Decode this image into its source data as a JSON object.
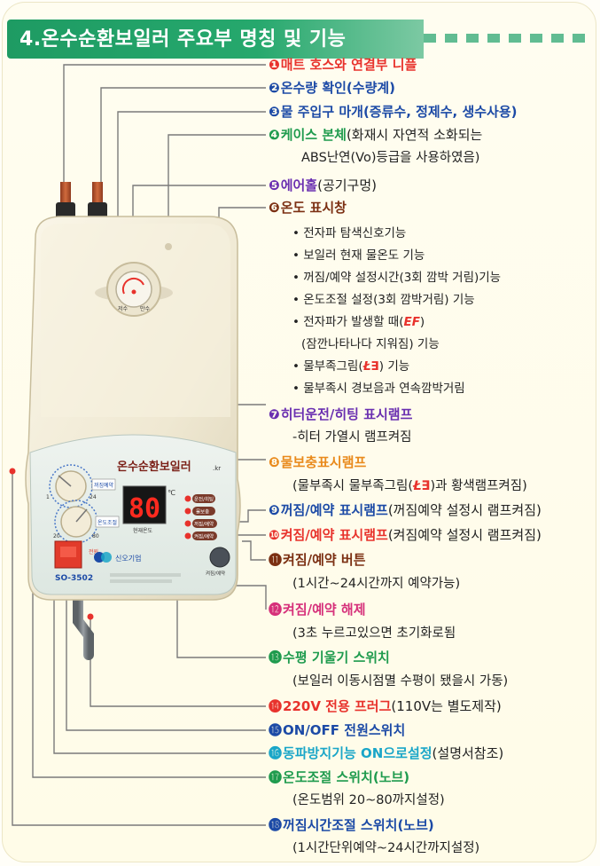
{
  "title": "4.온수순환보일러 주요부 명칭 및 기능",
  "device": {
    "brand_label": "온수순환보일러",
    "brand_suffix": ".kr",
    "display_value": "80",
    "display_unit": "℃",
    "display_caption": "현재온도",
    "model": "SO-3502",
    "company": "신오기업",
    "knob1_label": "꺼짐예약",
    "knob2_label": "온도조절",
    "knob1_num_left": "1",
    "knob1_num_right": "24",
    "knob2_num_left": "20",
    "knob2_num_right": "80",
    "power_label": "전원",
    "gauge_left": "저수",
    "gauge_right": "만수",
    "lamp_labels": [
      "운전/히팅",
      "물보충",
      "꺼짐/예약",
      "켜짐/예약"
    ],
    "reserve_button_label": "켜짐/예약",
    "colors": {
      "body": "#f0ead6",
      "display_bg": "#1a1a1a",
      "display_digits": "#ff2a1f",
      "panel": "#e3ebe6"
    }
  },
  "items": [
    {
      "num": "❶",
      "name": "매트 호스와 연결부 니플",
      "desc": "",
      "num_color": "#e8322c",
      "name_color": "#e8322c"
    },
    {
      "num": "❷",
      "name": "온수량 확인(수량계)",
      "desc": "",
      "num_color": "#1c4aa6",
      "name_color": "#1c4aa6"
    },
    {
      "num": "❸",
      "name": "물 주입구 마개(증류수, 정제수, 생수사용)",
      "desc": "",
      "num_color": "#1c4aa6",
      "name_color": "#1c4aa6"
    },
    {
      "num": "❹",
      "name": "케이스 본체",
      "desc": "(화재시 자연적 소화되는",
      "num_color": "#1f9b4e",
      "name_color": "#1f9b4e"
    },
    {
      "num": "❺",
      "name": "에어홀",
      "desc": "(공기구멍)",
      "num_color": "#6a2fb0",
      "name_color": "#6a2fb0"
    },
    {
      "num": "❻",
      "name": "온도 표시창",
      "desc": "",
      "num_color": "#7b2f12",
      "name_color": "#7b2f12"
    },
    {
      "num": "❼",
      "name": "히터운전/히팅 표시램프",
      "desc": "",
      "num_color": "#6a2fb0",
      "name_color": "#6a2fb0"
    },
    {
      "num": "❽",
      "name": "물보충표시램프",
      "desc": "",
      "num_color": "#e98a1c",
      "name_color": "#e98a1c"
    },
    {
      "num": "❾",
      "name": "꺼짐/예약 표시램프",
      "desc": "(꺼짐예약 설정시 램프켜짐)",
      "num_color": "#1c4aa6",
      "name_color": "#1c4aa6"
    },
    {
      "num": "❿",
      "name": "켜짐/예약 표시램프",
      "desc": "(켜짐예약 설정시 램프켜짐)",
      "num_color": "#e8322c",
      "name_color": "#e8322c"
    },
    {
      "num": "⓫",
      "name": "켜짐/예약 버튼",
      "desc": "",
      "num_color": "#7b2f12",
      "name_color": "#7b2f12"
    },
    {
      "num": "⓬",
      "name": "켜짐/예약 해제",
      "desc": "",
      "num_color": "#d6307a",
      "name_color": "#d6307a"
    },
    {
      "num": "⓭",
      "name": "수평 기울기 스위치",
      "desc": "",
      "num_color": "#1f9b4e",
      "name_color": "#1f9b4e"
    },
    {
      "num": "⓮",
      "name": "220V 전용 프러그",
      "desc": "(110V는 별도제작)",
      "num_color": "#e8322c",
      "name_color": "#e8322c"
    },
    {
      "num": "⓯",
      "name": "ON/OFF 전원스위치",
      "desc": "",
      "num_color": "#1c4aa6",
      "name_color": "#1c4aa6"
    },
    {
      "num": "⓰",
      "name": "동파방지기능 ON으로설정",
      "desc": "(설명서참조)",
      "num_color": "#1aa6c8",
      "name_color": "#1aa6c8"
    },
    {
      "num": "⓱",
      "name": "온도조절 스위치(노브)",
      "desc": "",
      "num_color": "#1f9b4e",
      "name_color": "#1f9b4e"
    },
    {
      "num": "⓲",
      "name": "꺼짐시간조절 스위치(노브)",
      "desc": "",
      "num_color": "#1c4aa6",
      "name_color": "#1c4aa6"
    }
  ],
  "sublines": {
    "item4": "ABS난연(Vo)등급을 사용하였음)",
    "item7": "-히터 가열시 램프켜짐",
    "item8_a": "(물부족시 물부족그림(",
    "item8_code": "Ł∃",
    "item8_b": ")과 황색램프켜짐)",
    "item11": "(1시간~24시간까지 예약가능)",
    "item12": "(3초 누르고있으면 초기화로됨",
    "item13": "(보일러 이동시점멸 수평이 됐을시 가동)",
    "item17": "(온도범위 20~80까지설정)",
    "item18": "(1시간단위예약~24시간까지설정)"
  },
  "bullets": [
    {
      "a": "• 전자파 탐색신호기능",
      "code": "",
      "b": ""
    },
    {
      "a": "• 보일러 현재 물온도 기능",
      "code": "",
      "b": ""
    },
    {
      "a": "• 꺼짐/예약 설정시간(3회 깜박 거림)기능",
      "code": "",
      "b": ""
    },
    {
      "a": "• 온도조절 설정(3회 깜박거림) 기능",
      "code": "",
      "b": ""
    },
    {
      "a": "• 전자파가 발생할 때(",
      "code": "EF",
      "b": ")"
    },
    {
      "a": "(잠깐나타나다 지워짐) 기능",
      "code": "",
      "b": ""
    },
    {
      "a": "• 물부족그림(",
      "code": "Ł∃",
      "b": ") 기능"
    },
    {
      "a": "• 물부족시 경보음과 연속깜박거림",
      "code": "",
      "b": ""
    }
  ]
}
